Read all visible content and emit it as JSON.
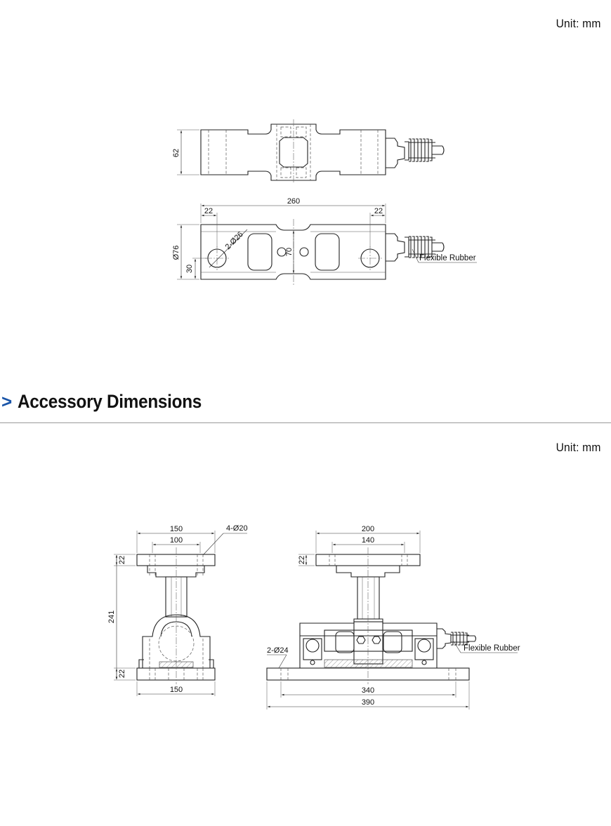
{
  "units": {
    "top": "Unit: mm",
    "bottom": "Unit: mm"
  },
  "section": {
    "chevron": ">",
    "title": "Accessory Dimensions"
  },
  "loadcell": {
    "top_view": {
      "width_dim": "62"
    },
    "front_view": {
      "length_dim": "260",
      "edge_left_dim": "22",
      "edge_right_dim": "22",
      "diameter_dim": "Ø76",
      "hole_dim": "2-Ø26",
      "offset_dim": "30",
      "height_dim": "70",
      "cable_label": "Flexible Rubber"
    }
  },
  "accessory": {
    "side_view": {
      "top_width_dim": "150",
      "bolt_spacing_dim": "100",
      "holes_dim": "4-Ø20",
      "plate_top_dim": "22",
      "height_dim": "241",
      "plate_bottom_dim": "22",
      "base_width_dim": "150"
    },
    "front_view": {
      "top_width_dim": "200",
      "bolt_spacing_dim": "140",
      "plate_dim": "22",
      "holes_dim": "2-Ø24",
      "cable_label": "Flexible Rubber",
      "base_spacing_dim": "340",
      "base_width_dim": "390"
    }
  }
}
